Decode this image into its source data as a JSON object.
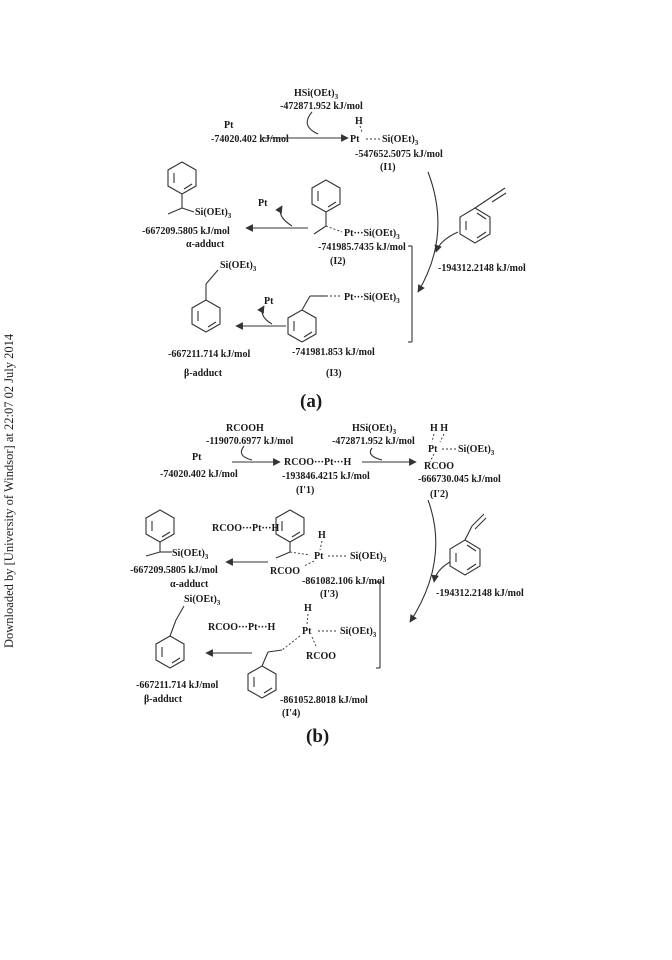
{
  "sidebar_text": "Downloaded by [University of Windsor] at 22:07 02 July 2014",
  "panel_a": {
    "label": "(a)",
    "hsi": "HSi(OEt)",
    "hsi_e": "-472871.952 kJ/mol",
    "pt": "Pt",
    "pt_e": "-74020.402 kJ/mol",
    "i1_h": "H",
    "i1_pt": "Pt",
    "i1_si": "Si(OEt)",
    "i1_e": "-547652.5075 kJ/mol",
    "i1_name": "(I1)",
    "styrene_e": "-194312.2148 kJ/mol",
    "i2_ptsi": "Pt···Si(OEt)",
    "i2_e": "-741985.7435 kJ/mol",
    "i2_name": "(I2)",
    "alpha_pt": "Pt",
    "alpha_si": "Si(OEt)",
    "alpha_e": "-667209.5805 kJ/mol",
    "alpha_name": "α-adduct",
    "i3_ptsi": "Pt···Si(OEt)",
    "i3_e": "-741981.853 kJ/mol",
    "i3_name": "(I3)",
    "beta_pt": "Pt",
    "beta_si": "Si(OEt)",
    "beta_e": "-667211.714 kJ/mol",
    "beta_name": "β-adduct"
  },
  "panel_b": {
    "label": "(b)",
    "rcooh": "RCOOH",
    "rcooh_e": "-119070.6977 kJ/mol",
    "pt": "Pt",
    "pt_e": "-74020.402 kJ/mol",
    "ip1": "RCOO···Pt···H",
    "ip1_e": "-193846.4215 kJ/mol",
    "ip1_name": "(I'1)",
    "hsi": "HSi(OEt)",
    "hsi_e": "-472871.952 kJ/mol",
    "ip2_h": "H H",
    "ip2_pt": "Pt",
    "ip2_si": "Si(OEt)",
    "ip2_rcoo": "RCOO",
    "ip2_e": "-666730.045 kJ/mol",
    "ip2_name": "(I'2)",
    "styrene_e": "-194312.2148 kJ/mol",
    "ip3_h": "H",
    "ip3_pt": "Pt",
    "ip3_si": "Si(OEt)",
    "ip3_rcoo": "RCOO",
    "ip3_e": "-861082.106 kJ/mol",
    "ip3_name": "(I'3)",
    "alpha_rcoo": "RCOO···Pt···H",
    "alpha_si": "Si(OEt)",
    "alpha_e": "-667209.5805 kJ/mol",
    "alpha_name": "α-adduct",
    "ip4_h": "H",
    "ip4_pt": "Pt",
    "ip4_si": "Si(OEt)",
    "ip4_rcoo": "RCOO",
    "ip4_e": "-861052.8018 kJ/mol",
    "ip4_name": "(I'4)",
    "beta_rcoo": "RCOO···Pt···H",
    "beta_si": "Si(OEt)",
    "beta_e": "-667211.714 kJ/mol",
    "beta_name": "β-adduct"
  }
}
